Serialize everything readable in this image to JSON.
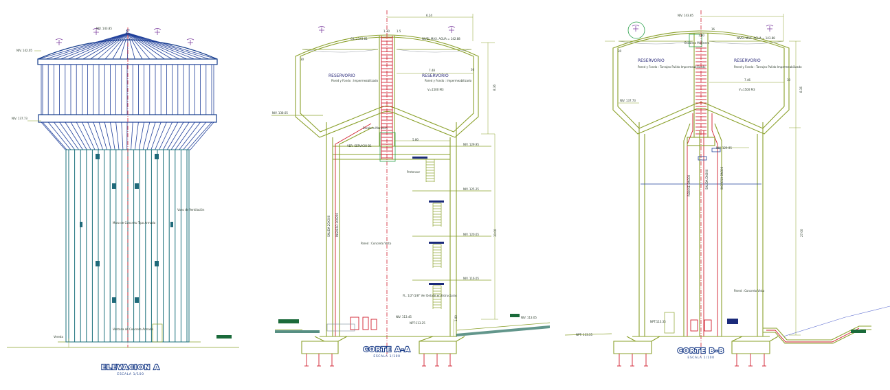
{
  "elevation": {
    "title": "ELEVACION A",
    "scale": "ESCALA 1/100",
    "levels": [
      "NIV. 143.85",
      "NIV. 142.05",
      "NIV. 137.73"
    ],
    "notes": [
      "Muro de Concreto Tipo Armado",
      "Vano de Ventilación",
      "Ventana de Concreto Armado",
      "Vereda"
    ],
    "symbol": "ℰ"
  },
  "section_aa": {
    "title": "CORTE A-A",
    "scale": "ESCALA 1/100",
    "top_dim": "6.24",
    "water_level_left": "CIL.=143.81",
    "water_level_right": "NIVEL MAX. AGUA = 142.88",
    "reservoir_left": "RESERVORIO",
    "reservoir_left_sub": "Pared y Fondo : Impermeabilizado",
    "reservoir_right": "RESERVORIO",
    "reservoir_right_sub": "Pared y Fondo : Impermeabilizado",
    "volume": "V=1500 M3",
    "inner_dim": "7.48",
    "height_dim_top": "8.36",
    "height_dim_main": "30.00",
    "height_dim_bottom": "1.90",
    "small_dims": [
      "1.30",
      "1.5",
      "30",
      "30",
      "20",
      "20"
    ],
    "stair_label": "Escalera Marinera",
    "beam_label": "VER. SERVICIO B1",
    "width_5": "5.80",
    "pretil": "Pretensor",
    "wall_label": "Pared : Concreto Visto",
    "salida": "SALIDA 20X200",
    "ingreso": "INGRESO 20X200",
    "fl_note": "FL. 1/2\"(1/8\" Ver Detalle en Estructuras",
    "levels": [
      "NIV. 138.05",
      "NIV. 129.95",
      "NIV. 125.25",
      "NIV. 120.65",
      "NIV. 116.05",
      "NIV. 113.45",
      "NPT:113.25",
      "NIV. 113.05"
    ]
  },
  "section_bb": {
    "title": "CORTE B-B",
    "scale": "ESCALA 1/100",
    "water_level": "NIVEL MAX. AGUA = 143.88",
    "reservoir_left": "RESERVORIO",
    "reservoir_left_sub": "Pared y Fondo : Tarrajeo Pulido Impermeabilizado",
    "reservoir_right": "RESERVORIO",
    "reservoir_right_sub": "Pared y Fondo : Tarrajeo Pulido Impermeabilizado",
    "volume": "V=1500 M3",
    "inner_dim": "7.46",
    "height_dim_top": "8.36",
    "height_dim_main": "27.00",
    "small_dims": [
      "1.80",
      "16",
      "30",
      "30"
    ],
    "pipes": [
      "REBOSE DN300",
      "SALIDA DN300",
      "INGRESO DN300"
    ],
    "wall_label": "Pared : Concreto Visto",
    "escalera": "Escalera Marinera",
    "levels": [
      "NIV. 143.85",
      "NIV. 137.73",
      "NIV. 129.95",
      "NPT:113.35",
      "NPT: 113.35"
    ]
  },
  "colors": {
    "outline": "#8aa02a",
    "blue": "#1f3f9a",
    "red": "#d01b2b",
    "teal": "#1a6f7a"
  }
}
